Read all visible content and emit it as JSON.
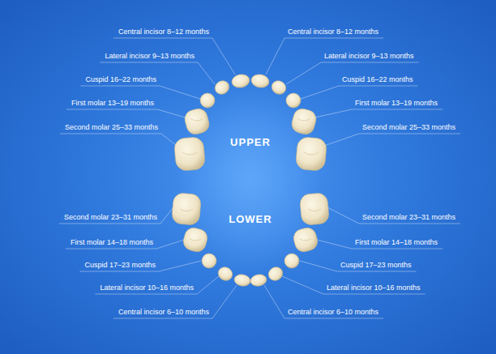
{
  "diagram": {
    "labels": [
      "Central incisor 8–12 months",
      "Central incisor 8–12 months",
      "Lateral incisor 9–13 months",
      "Lateral incisor 9–13 months",
      "Cuspid 16–22 months",
      "Cuspid 16–22 months",
      "First molar 13–19 months",
      "First molar 13–19 months",
      "Second molar 25–33 months",
      "Second molar 25–33 months",
      "UPPER",
      "LOWER",
      "Second molar 23–31 months",
      "Second molar 23–31 months",
      "First molar 14–18 months",
      "First molar 14–18 months",
      "Cuspid 17–23 months",
      "Cuspid 17–23 months",
      "Lateral incisor 10–16 months",
      "Lateral incisor 10–16 months",
      "Central incisor 6–10 months",
      "Central incisor 6–10 months"
    ]
  }
}
